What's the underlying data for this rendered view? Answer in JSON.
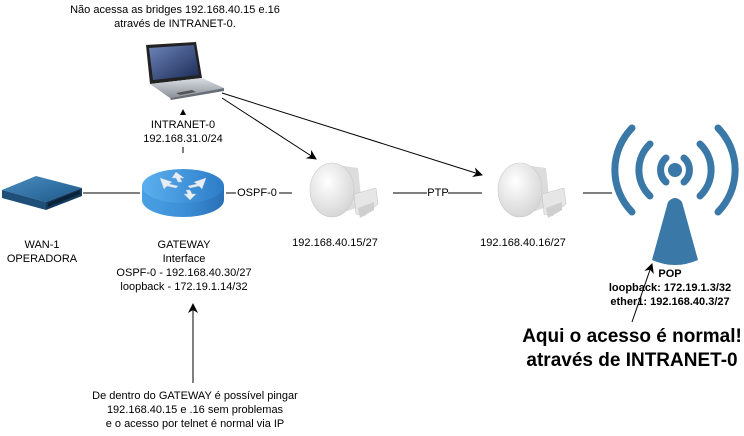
{
  "notes": {
    "top_note": [
      "Não acessa as bridges 192.168.40.15 e.16",
      "através de INTRANET-0."
    ],
    "bottom_note": [
      "De dentro do GATEWAY é possível pingar",
      "192.168.40.15 e .16 sem problemas",
      "e o acesso por telnet é normal via IP"
    ],
    "pop_note": [
      "Aqui o acesso é normal!",
      "através de INTRANET-0"
    ]
  },
  "nodes": {
    "laptop": {
      "icon": "laptop-icon",
      "labels": [
        "INTRANET-0",
        "192.168.31.0/24"
      ]
    },
    "wan": {
      "icon": "server-icon",
      "labels": [
        "WAN-1",
        "OPERADORA"
      ]
    },
    "gateway": {
      "icon": "router-icon",
      "labels": [
        "GATEWAY",
        "Interface",
        "OSPF-0 - 192.168.40.30/27",
        "loopback - 172.19.1.14/32"
      ]
    },
    "bridge1": {
      "icon": "wireless-bridge-icon",
      "labels": [
        "192.168.40.15/27"
      ]
    },
    "bridge2": {
      "icon": "wireless-bridge-icon",
      "labels": [
        "192.168.40.16/27"
      ]
    },
    "pop": {
      "icon": "wireless-tower-icon",
      "labels": [
        "POP",
        "loopback: 172.19.1.3/32",
        "ether1: 192.168.40.3/27"
      ]
    }
  },
  "links": {
    "ospf_label": "OSPF-0",
    "ptp_label": "PTP"
  },
  "colors": {
    "tower": "#3a78a8",
    "router": "#3d8fd6",
    "server": "#2a6a99",
    "line": "#000000"
  }
}
